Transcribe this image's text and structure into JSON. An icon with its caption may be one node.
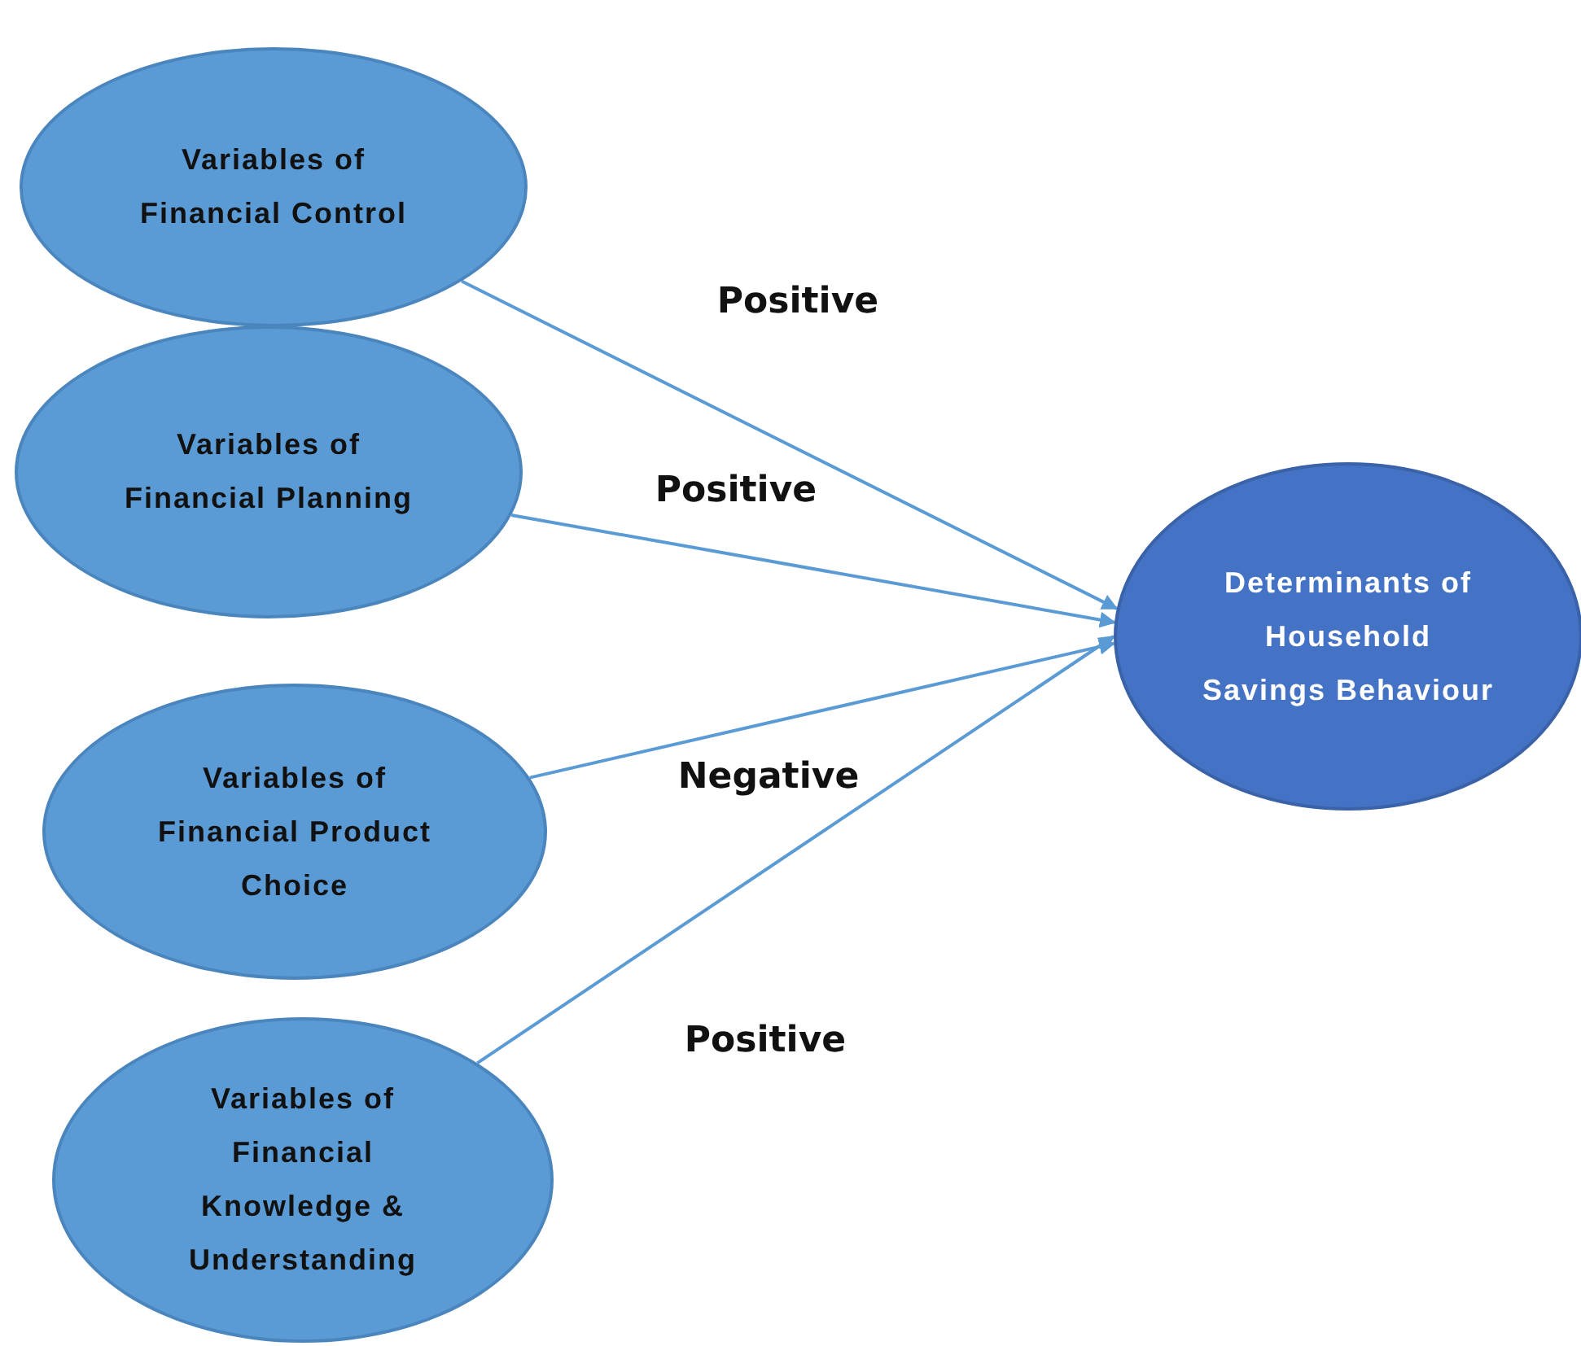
{
  "diagram": {
    "nodes": [
      {
        "text": [
          "Variables of Financial Control"
        ]
      },
      {
        "text": [
          "Variables of Financial Planning"
        ]
      },
      {
        "text": [
          "Variables of Financial Product Choice"
        ]
      },
      {
        "text": [
          "Variables of Financial Knowledge & Understanding"
        ]
      },
      {
        "text": [
          "Determinants of Household Savings Behaviour"
        ]
      }
    ],
    "edges": [
      {
        "from": 0,
        "to": 4,
        "arrow": "to",
        "label": "Positive"
      },
      {
        "from": 1,
        "to": 4,
        "arrow": "to",
        "label": "Positive"
      },
      {
        "from": 2,
        "to": 4,
        "arrow": "to",
        "label": "Negative"
      },
      {
        "from": 3,
        "to": 4,
        "arrow": "to",
        "label": "Positive"
      }
    ]
  }
}
